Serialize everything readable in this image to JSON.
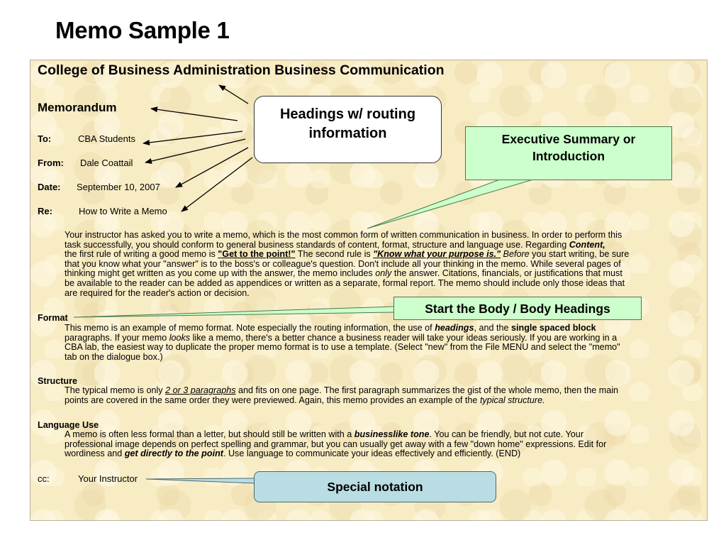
{
  "slide_title": "Memo Sample 1",
  "memo": {
    "college": "College of Business Administration Business Communication",
    "memorandum": "Memorandum",
    "to_label": "To:",
    "to_value": "CBA Students",
    "from_label": "From:",
    "from_value": "Dale Coattail",
    "date_label": "Date:",
    "date_value": "September 10, 2007",
    "re_label": "Re:",
    "re_value": "How to Write a Memo",
    "intro": {
      "l1": "Your instructor has asked you to write a memo, which is the most common form of written communication in business. In order to perform this",
      "l2a": "task successfully, you should conform to general business standards of content, format, structure and language use. Regarding ",
      "l2b": "Content,",
      "l3a": "the first rule of writing a good memo is ",
      "l3b": "\"Get to the point!\"",
      "l3c": " The second rule is ",
      "l3d": "\"Know what your purpose is.\"",
      "l3e": " Before",
      "l3f": " you start writing, be sure",
      "l4": "that you know what your \"answer\" is to the boss's or colleague's question. Don't include all your thinking in the memo. While several pages of",
      "l5a": "thinking might get written as you come up with the answer, the memo includes ",
      "l5b": "only",
      "l5c": " the answer. Citations, financials, or justifications that must",
      "l6": "be available to the reader can be added as appendices or written as a separate, formal report. The memo should include only those ideas that",
      "l7": "are required for the reader's action or decision."
    },
    "format": {
      "heading": "Format",
      "l1a": "This memo is an example of memo format. Note especially the routing information, the use of ",
      "l1b": "headings",
      "l1c": ", and the ",
      "l1d": "single spaced block",
      "l2a": "paragraphs.  If your memo ",
      "l2b": "looks",
      "l2c": " like a memo, there's a better chance a business reader will take your ideas seriously.  If you are working in a",
      "l3": "CBA lab, the easiest way to duplicate the proper memo format is to use a template.  (Select \"new\" from the File MENU and select the \"memo\"",
      "l4": "tab on the dialogue box.)"
    },
    "structure": {
      "heading": "Structure",
      "l1a": "The typical memo is only ",
      "l1b": "2 or 3 paragraphs",
      "l1c": " and fits on one page. The first paragraph summarizes the gist of the whole memo, then the main",
      "l2a": "points are covered in the same order they were previewed. Again, this memo provides an example of the ",
      "l2b": "typical structure."
    },
    "language": {
      "heading": "Language Use",
      "l1a": "A memo is often less formal than a letter, but should still be written with a ",
      "l1b": "businesslike tone",
      "l1c": ". You can be friendly, but not cute. Your",
      "l2": "professional image depends on perfect spelling and grammar, but you can usually get away with a few \"down home\" expressions. Edit for",
      "l3a": "wordiness and ",
      "l3b": "get directly to the point",
      "l3c": ". Use language to communicate your ideas effectively and efficiently. (END)"
    },
    "cc_label": "cc:",
    "cc_value": "Your Instructor"
  },
  "callouts": {
    "headings": {
      "line1": "Headings w/ routing",
      "line2": "information"
    },
    "exec": {
      "line1": "Executive Summary or",
      "line2": "Introduction"
    },
    "body": "Start the Body / Body Headings",
    "special": "Special notation"
  },
  "colors": {
    "panel_background": "#f8ecc4",
    "green_callout": "#ccffcc",
    "blue_callout": "#b9dde3",
    "white_callout": "#ffffff"
  }
}
